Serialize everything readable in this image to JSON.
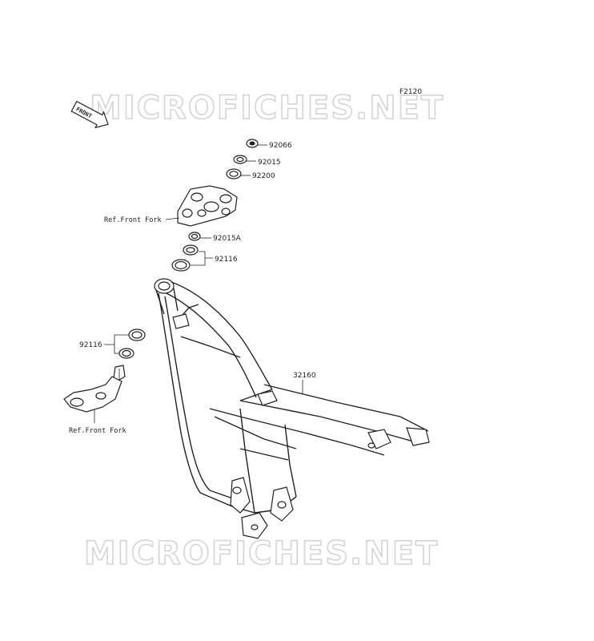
{
  "watermark": "MICROFICHES.NET",
  "figure_code": "F2120",
  "front_badge": "FRONT",
  "parts": {
    "p92066": "92066",
    "p92015": "92015",
    "p92200": "92200",
    "p92015A": "92015A",
    "p92116_upper": "92116",
    "p92116_lower": "92116",
    "p32160": "32160"
  },
  "refs": {
    "upper": "Ref.Front Fork",
    "lower": "Ref.Front Fork"
  }
}
